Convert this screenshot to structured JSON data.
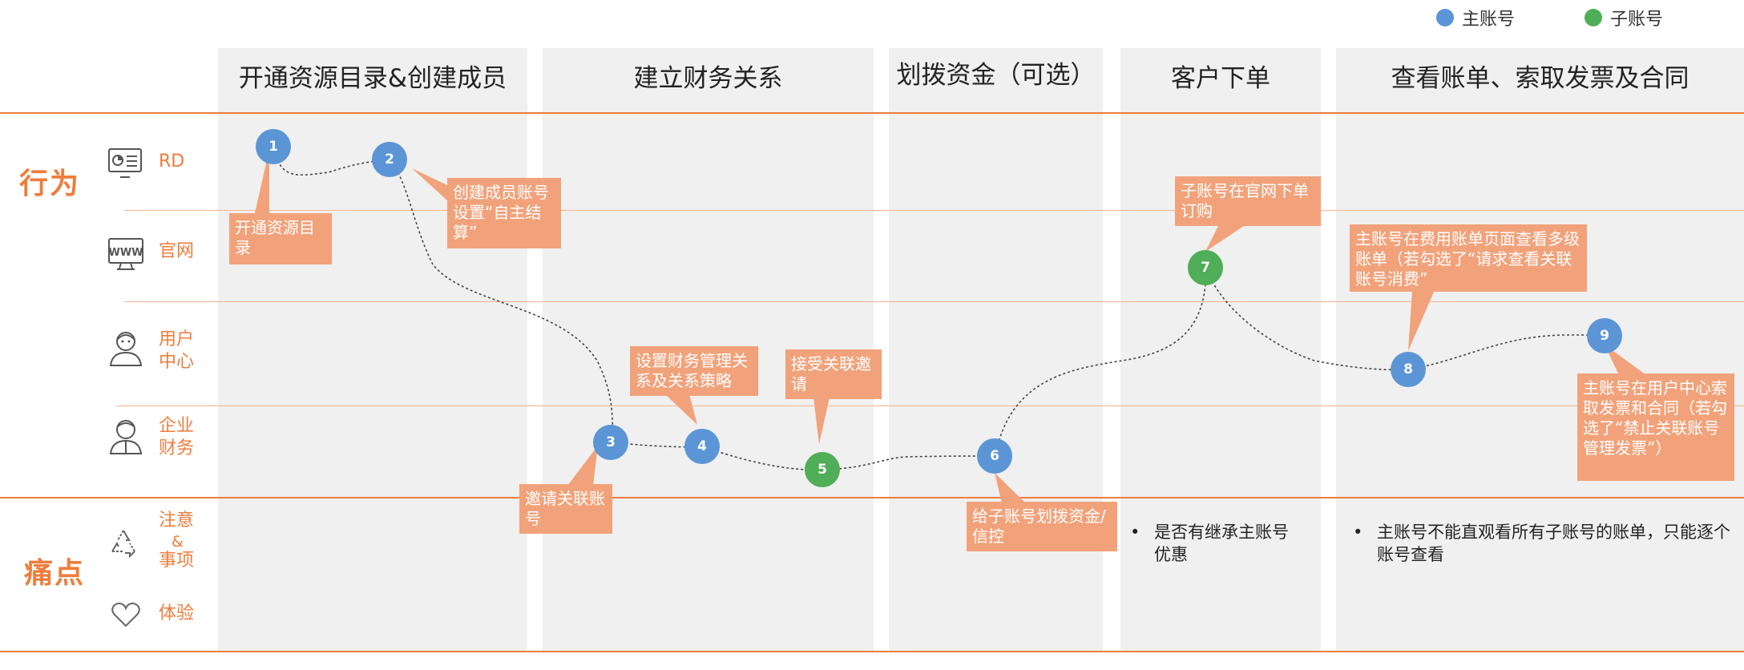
{
  "legend": {
    "main_label": "主账号",
    "sub_label": "子账号",
    "main_color": "#5b95d6",
    "sub_color": "#4fae57"
  },
  "accent_color": "#ee7d3d",
  "phases": [
    "开通资源目录&创建成员",
    "建立财务关系",
    "划拨资金（可选）",
    "客户下单",
    "查看账单、索取发票及合同"
  ],
  "sections": {
    "behavior": "行为",
    "pain": "痛点"
  },
  "roles": {
    "rd": "RD",
    "website": "官网",
    "user_center_l1": "用户",
    "user_center_l2": "中心",
    "finance_l1": "企业",
    "finance_l2": "财务",
    "notes_l1": "注意",
    "notes_l2": "&",
    "notes_l3": "事项",
    "experience": "体验"
  },
  "role_icons": [
    "monitor-chart-icon",
    "www-monitor-icon",
    "user-headset-icon",
    "finance-user-icon",
    "recycle-icon",
    "heart-icon"
  ],
  "nodes": [
    "1",
    "2",
    "3",
    "4",
    "5",
    "6",
    "7",
    "8",
    "9"
  ],
  "callouts": {
    "c1": "开通资源目录",
    "c2": "创建成员账号设置“自主结算”",
    "c3": "邀请关联账号",
    "c4": "设置财务管理关系及关系策略",
    "c5": "接受关联邀请",
    "c6": "给子账号划拨资金/信控",
    "c7": "子账号在官网下单订购",
    "c8": "主账号在费用账单页面查看多级账单（若勾选了“请求查看关联账号消费”",
    "c9": "主账号在用户中心索取发票和合同（若勾选了“禁止关联账号管理发票”）"
  },
  "pain_points": {
    "bullet": "•",
    "p1": "是否有继承主账号优惠",
    "p2": "主账号不能直观看所有子账号的账单，只能逐个账号查看"
  }
}
